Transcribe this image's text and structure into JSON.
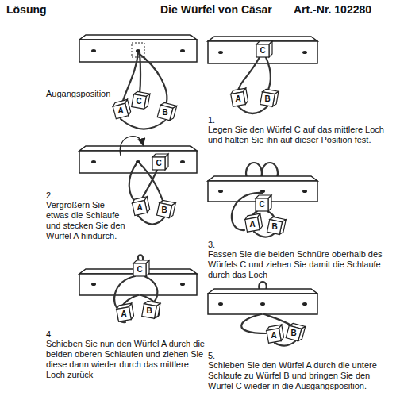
{
  "diagram": {
    "title": "Die Würfel von Cäsar",
    "labels": [
      "Lösung",
      "Art.-Nr. 102280",
      "A",
      "C",
      "B",
      "Augangsposition",
      "C",
      "A",
      "B",
      "1.",
      "Legen Sie den Würfel C auf das mittlere Loch und halten Sie ihn auf dieser Position fest.",
      "C",
      "A",
      "B",
      "2.",
      "Vergrößern Sie etwas die Schlaufe und stecken Sie den Würfel A hindurch.",
      "C",
      "A",
      "B",
      "3.",
      "Fassen Sie die beiden Schnüre oberhalb des Würfels C und ziehen Sie damit die Schlaufe durch das Loch",
      "C",
      "A",
      "B",
      "4.",
      "Schieben Sie nun den Würfel A durch die beiden oberen Schlaufen und ziehen Sie diese dann wieder durch das mittlere Loch zurück",
      "A",
      "B",
      "5.",
      "Schieben Sie den Würfel A durch die untere Schlaufe zu Würfel B und bringen Sie den Würfel C wieder in die Ausgangsposition."
    ]
  }
}
